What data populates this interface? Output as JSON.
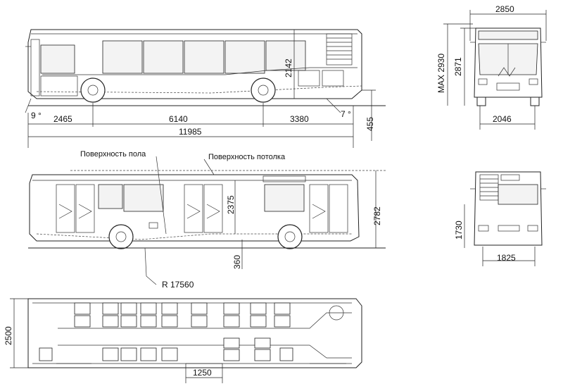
{
  "side_view": {
    "dimensions": {
      "angle_front": "9 °",
      "front_overhang": "2465",
      "wheelbase": "6140",
      "rear_overhang": "3380",
      "overall_length": "11985",
      "angle_rear": "7 °",
      "floor_height": "2142",
      "ground_clearance": "455"
    }
  },
  "front_view": {
    "dimensions": {
      "overall_width": "2850",
      "max_height": "MAX 2930",
      "body_height": "2871",
      "track_width": "2046"
    }
  },
  "section_view": {
    "labels": {
      "floor_surface": "Поверхность пола",
      "ceiling_surface": "Поверхность потолка"
    },
    "dimensions": {
      "interior_height": "2375",
      "total_height": "2782",
      "step_height": "360",
      "turn_radius": "R 17560"
    }
  },
  "rear_view": {
    "dimensions": {
      "roof_height": "1730",
      "rear_width": "1825"
    }
  },
  "plan_view": {
    "dimensions": {
      "body_width": "2500",
      "aisle_width": "1250"
    }
  }
}
